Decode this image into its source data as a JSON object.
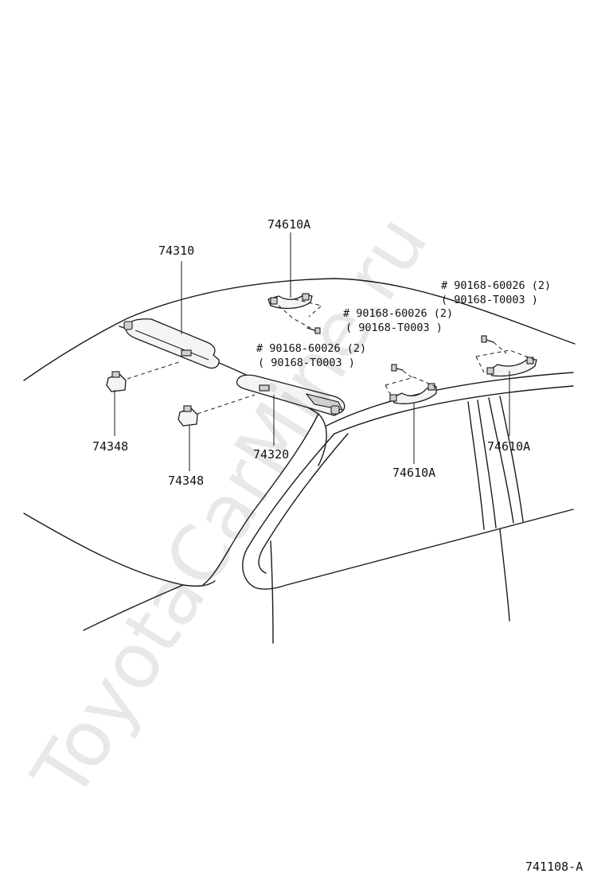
{
  "labels": {
    "grip_top": "74610A",
    "visor_left": "74310",
    "bolt_center_1": "# 90168-60026 (2)",
    "bolt_center_2": "( 90168-T0003 )",
    "bolt_mid_1": "# 90168-60026 (2)",
    "bolt_mid_2": "( 90168-T0003 )",
    "bolt_right_1": "# 90168-60026 (2)",
    "bolt_right_2": "( 90168-T0003 )",
    "holder_left": "74348",
    "holder_center": "74348",
    "visor_right": "74320",
    "grip_mid": "74610A",
    "grip_right": "74610A"
  },
  "watermark": "ToyotaCarMine.ru",
  "diagram_code": "741108-A"
}
